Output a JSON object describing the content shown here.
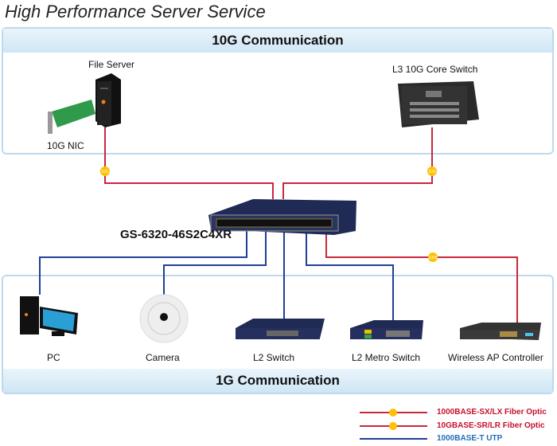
{
  "title": "High Performance Server Service",
  "zones": {
    "top": {
      "label": "10G Communication"
    },
    "bottom": {
      "label": "1G Communication"
    }
  },
  "devices": {
    "file_server": "File Server",
    "nic": "10G NIC",
    "core_switch": "L3 10G Core Switch",
    "main_switch": "GS-6320-46S2C4XR",
    "pc": "PC",
    "camera": "Camera",
    "l2_switch": "L2 Switch",
    "metro_switch": "L2 Metro Switch",
    "ap_controller": "Wireless AP Controller"
  },
  "badges": {
    "tengig": "10G",
    "gig": "1000"
  },
  "legend": [
    {
      "label": "1000BASE-SX/LX Fiber Optic",
      "color": "#c8102e",
      "badge": "1000"
    },
    {
      "label": "10GBASE-SR/LR Fiber Optic",
      "color": "#c8102e",
      "badge": "10G"
    },
    {
      "label": "1000BASE-T UTP",
      "color": "#1f6fb5",
      "badge": ""
    }
  ],
  "colors": {
    "fiber": "#c8283c",
    "utp": "#1f3f99",
    "badge": "#ffc000"
  }
}
